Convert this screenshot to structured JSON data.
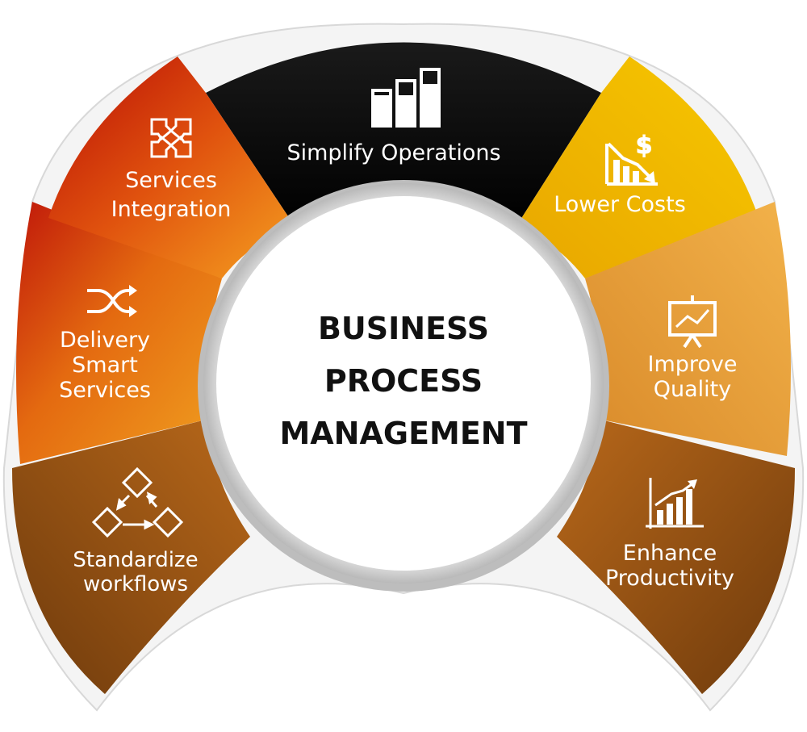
{
  "center": {
    "line1": "BUSINESS",
    "line2": "PROCESS",
    "line3": "MANAGEMENT"
  },
  "segments": {
    "simplify": {
      "line1": "Simplify Operations",
      "icon": "bar-chart-icon"
    },
    "lower_costs": {
      "line1": "Lower Costs",
      "icon": "dollar-decline-chart-icon"
    },
    "improve_quality": {
      "line1": "Improve",
      "line2": "Quality",
      "icon": "presentation-chart-icon"
    },
    "enhance_productivity": {
      "line1": "Enhance",
      "line2": "Productivity",
      "icon": "growth-chart-icon"
    },
    "standardize_workflows": {
      "line1": "Standardize",
      "line2": "workflows",
      "icon": "workflow-diamonds-icon"
    },
    "delivery_smart_services": {
      "line1": "Delivery",
      "line2": "Smart",
      "line3": "Services",
      "icon": "shuffle-arrows-icon"
    },
    "services_integration": {
      "line1": "Services",
      "line2": "Integration",
      "icon": "converging-arrows-icon"
    }
  },
  "colors": {
    "black_segment": "#0a0a0a",
    "gold_segment": "#f2b800",
    "light_orange_segment": "#e89a3a",
    "brown_segment": "#8a4a10",
    "orange_segment": "#e57a10",
    "red_accent": "#c01a05",
    "center_fill": "#ffffff",
    "center_ring": "#c9c9c9"
  }
}
